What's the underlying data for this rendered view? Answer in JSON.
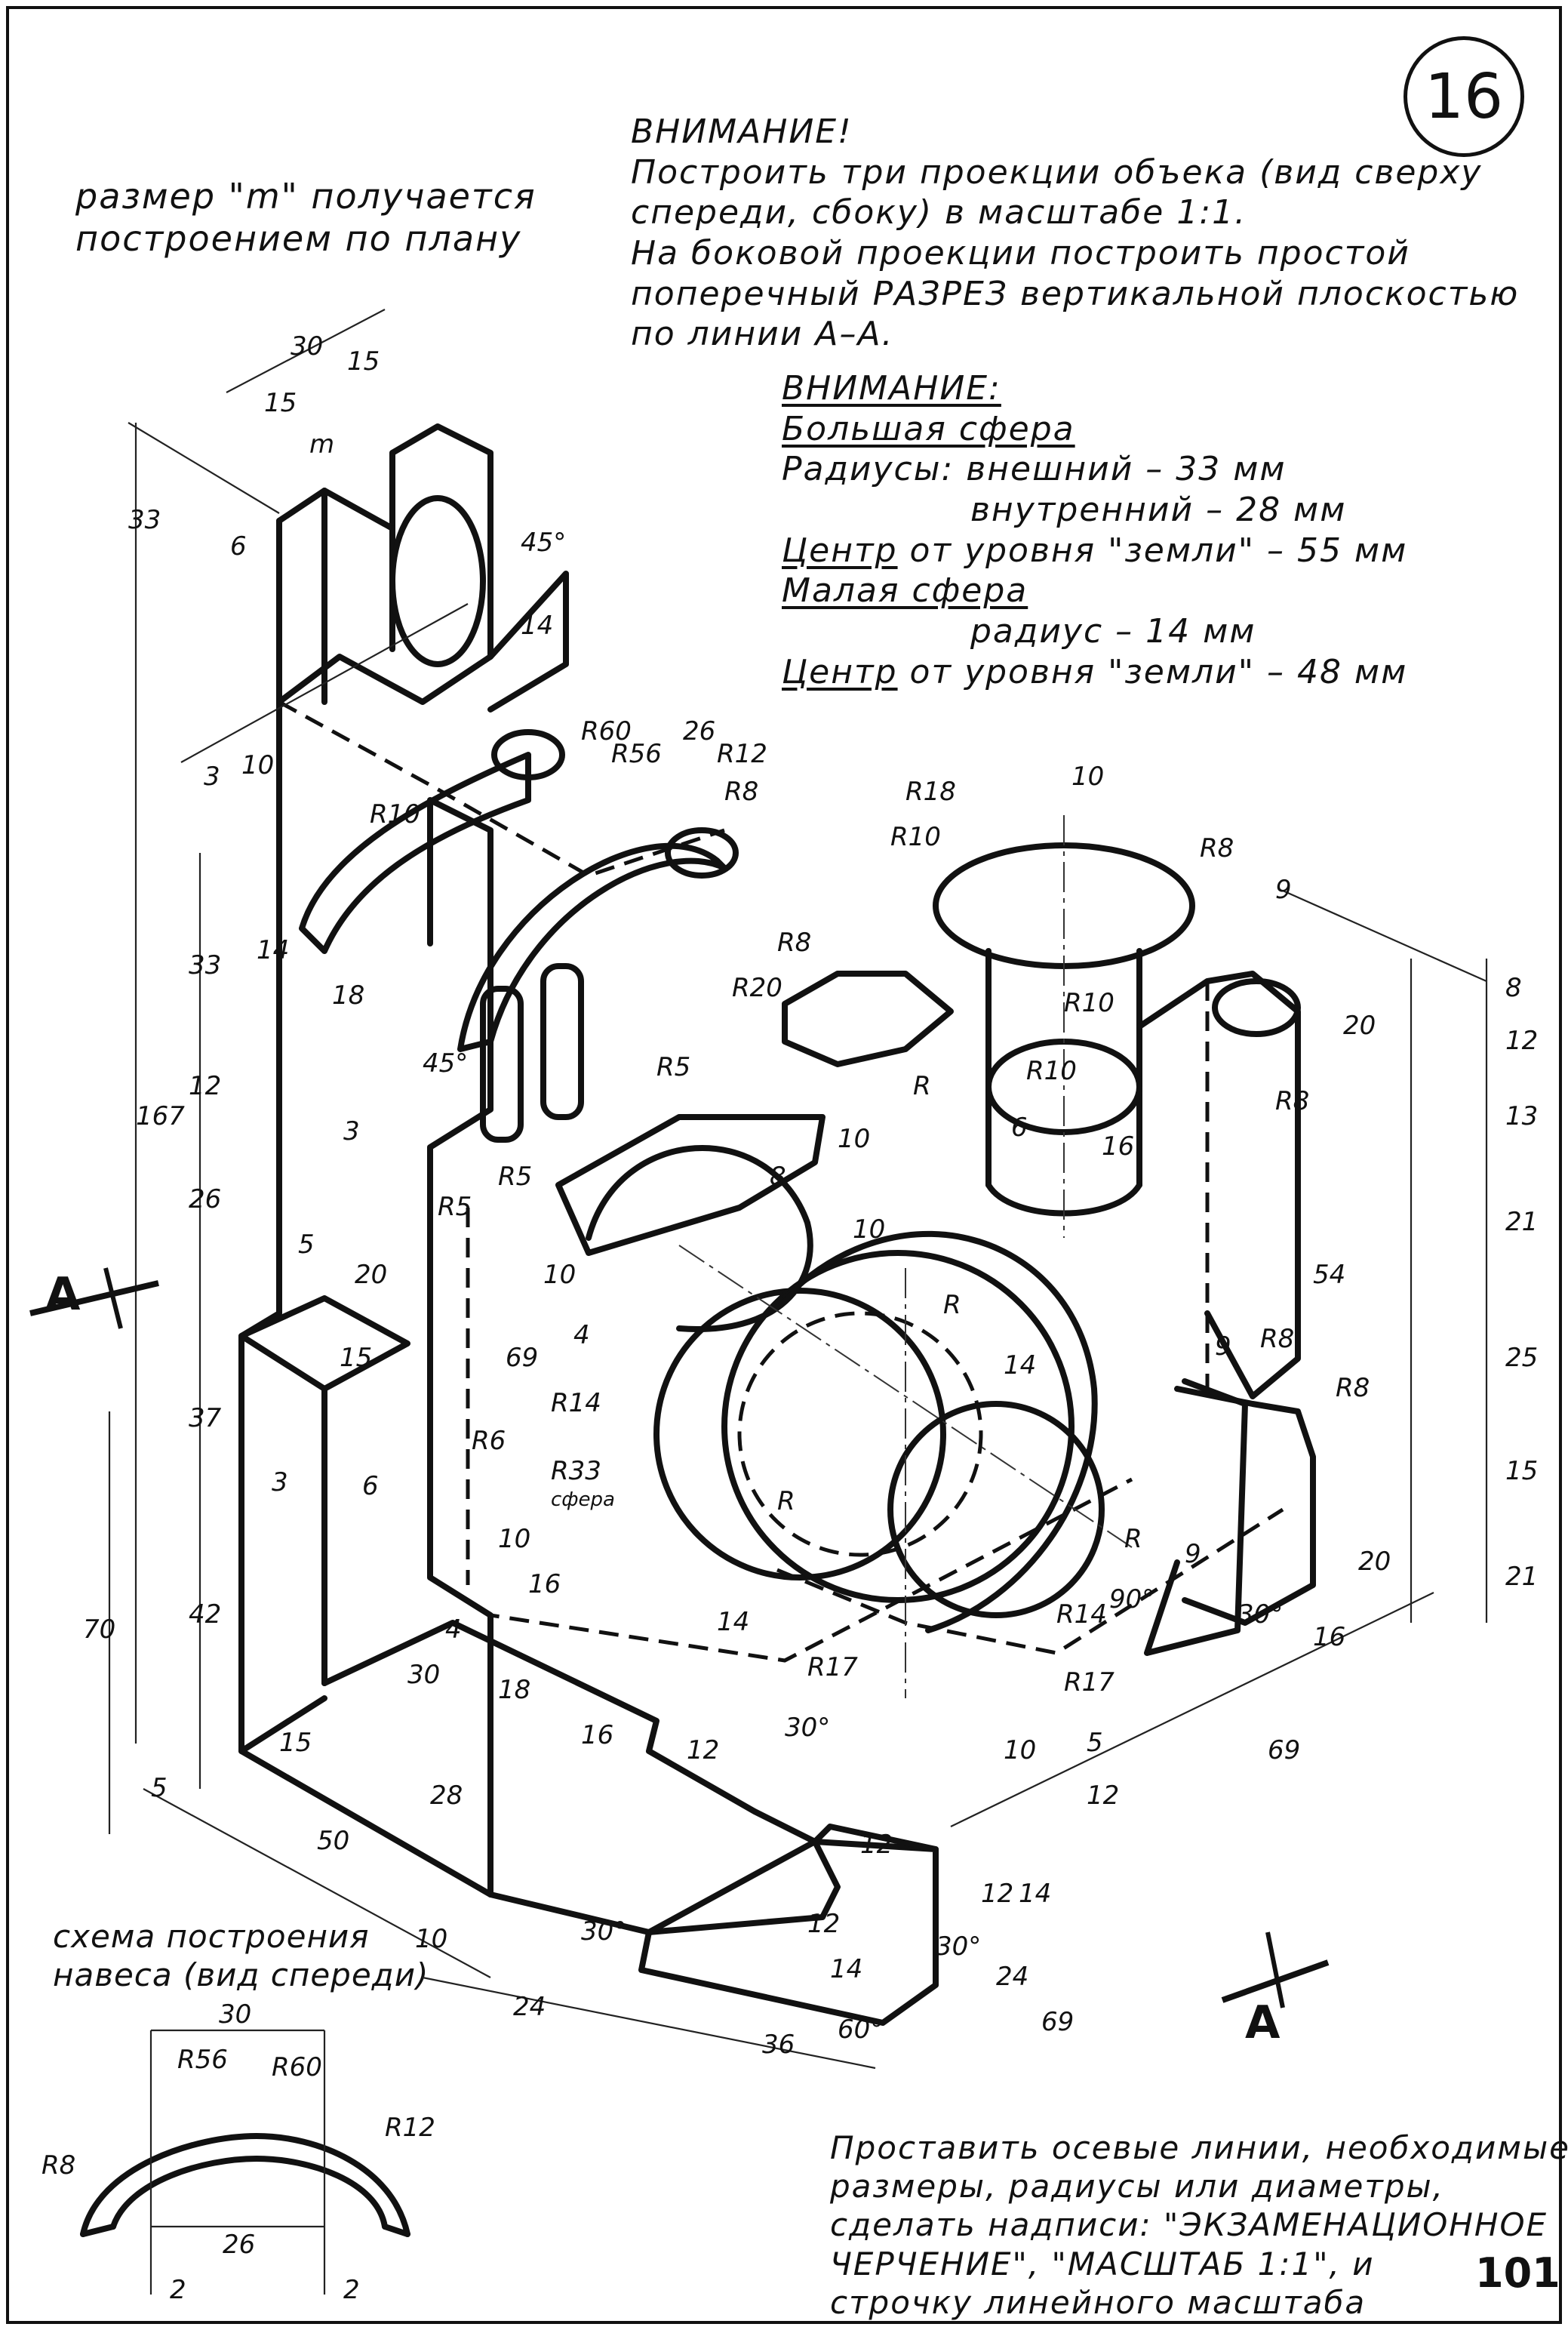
{
  "sheet": {
    "badge_number": "16",
    "page_number": "101"
  },
  "notes": {
    "left_note": [
      "размер \"m\" получается",
      "построением по плану"
    ],
    "main_heading": "ВНИМАНИЕ!",
    "main_lines": [
      "Построить три проекции объека (вид сверху",
      "спереди, сбоку) в масштабе 1:1.",
      "На боковой проекции построить простой",
      "поперечный РАЗРЕЗ вертикальной плоскостью",
      "по линии А–А."
    ],
    "spheres": {
      "heading": "ВНИМАНИЕ:",
      "big_sphere_title": "Большая сфера",
      "radii_line": "Радиусы: внешний – 33 мм",
      "inner_line": "внутренний – 28 мм",
      "center_word": "Центр",
      "big_center_rest": " от уровня \"земли\" – 55 мм",
      "small_sphere_title": "Малая сфера",
      "small_radius_line": "радиус – 14 мм",
      "small_center_rest": " от уровня \"земли\" – 48 мм"
    },
    "scheme_caption": [
      "схема построения",
      "навеса (вид спереди)"
    ],
    "bottom_note": [
      "Проставить осевые линии, необходимые",
      "размеры, радиусы или диаметры,",
      "сделать надписи: \"ЭКЗАМЕНАЦИОННОЕ",
      "ЧЕРЧЕНИЕ\", \"МАСШТАБ 1:1\", и",
      "строчку линейного масштаба"
    ]
  },
  "section_marks": {
    "top": "А",
    "bottom": "А"
  },
  "dimensions": {
    "d30": "30",
    "d15a": "15",
    "d15b": "15",
    "dm": "m",
    "d6": "6",
    "d33a": "33",
    "d45a": "45°",
    "d14a": "14",
    "d10a": "10",
    "d3a": "3",
    "r10a": "R10",
    "r60": "R60",
    "r56": "R56",
    "d26": "26",
    "r12": "R12",
    "r8a": "R8",
    "d33b": "33",
    "d14b": "14",
    "d18": "18",
    "d45b": "45°",
    "d12a": "12",
    "d167": "167",
    "d26b": "26",
    "d3b": "3",
    "r5a": "R5",
    "r5b": "R5",
    "r5c": "R5",
    "d5": "5",
    "d20a": "20",
    "d15c": "15",
    "d37": "37",
    "d69a": "69",
    "r14a": "R14",
    "r6": "R6",
    "r33": "R33",
    "sphere": "сфера",
    "d3c": "3",
    "d6b": "6",
    "d10b": "10",
    "d16a": "16",
    "d42": "42",
    "d70": "70",
    "d4a": "4",
    "d4b": "4",
    "d10c": "10",
    "d30b": "30",
    "d18b": "18",
    "d15d": "15",
    "d5b": "5",
    "d28": "28",
    "d50": "50",
    "d16b": "16",
    "d12b": "12",
    "d10d": "10",
    "d30c": "30°",
    "d24": "24",
    "d36": "36",
    "r18": "R18",
    "r10b": "R10",
    "d10e": "10",
    "r8b": "R8",
    "r8c": "R8",
    "r20": "R20",
    "r10c": "R10",
    "r10d": "R10",
    "d6c": "6",
    "d16c": "16",
    "d8": "8",
    "d12c": "12",
    "d13": "13",
    "d21a": "21",
    "d20b": "20",
    "r8d": "R8",
    "d9a": "9",
    "d54": "54",
    "d25": "25",
    "d9b": "9",
    "r8e": "R8",
    "r8f": "R8",
    "d15e": "15",
    "d21b": "21",
    "d20c": "20",
    "d9c": "9",
    "d16d": "16",
    "d90": "90°",
    "d30d": "30°",
    "r14b": "R14",
    "r17a": "R17",
    "r17b": "R17",
    "d14c": "14",
    "d30e": "30°",
    "d10f": "10",
    "d12d": "12",
    "d5c": "5",
    "d69b": "69",
    "d12e": "12",
    "d12f": "12",
    "d14d": "14",
    "d12g": "12",
    "d14e": "14",
    "d30f": "30°",
    "d24b": "24",
    "d60": "60°",
    "d69c": "69",
    "r": "R",
    "r2": "R",
    "r3": "R",
    "r4": "R",
    "d10g": "10",
    "d10h": "10",
    "d14f": "14",
    "d8b": "8",
    "s30": "30",
    "sr56": "R56",
    "sr60": "R60",
    "sr12": "R12",
    "sr8": "R8",
    "s26": "26",
    "s2a": "2",
    "s2b": "2"
  }
}
